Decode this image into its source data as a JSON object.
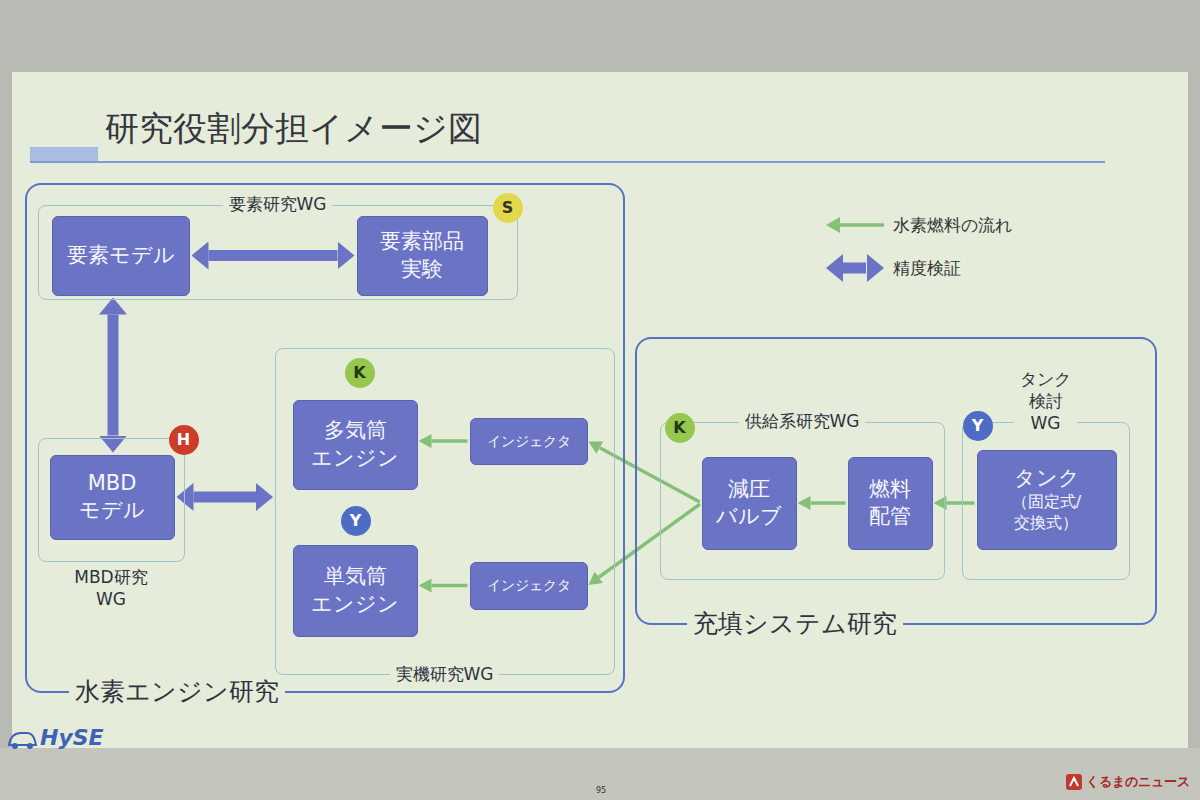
{
  "diagram": {
    "title": "研究役割分担イメージ図",
    "nodes": [
      {
        "text": [
          "水素エンジン研究"
        ]
      },
      {
        "text": [
          "要素研究WG"
        ],
        "in": 0
      },
      {
        "text": [
          "S"
        ],
        "in": 1
      },
      {
        "text": [
          "要素モデル"
        ],
        "in": 1
      },
      {
        "text": [
          "要素部品 実験"
        ],
        "in": 1
      },
      {
        "text": [
          "MBD研究 WG"
        ],
        "in": 0
      },
      {
        "text": [
          "H"
        ],
        "in": 5
      },
      {
        "text": [
          "MBD モデル"
        ],
        "in": 5
      },
      {
        "text": [
          "実機研究WG"
        ],
        "in": 0
      },
      {
        "text": [
          "K"
        ],
        "in": 8
      },
      {
        "text": [
          "多気筒 エンジン"
        ],
        "in": 8
      },
      {
        "text": [
          "インジェクタ"
        ],
        "in": 8
      },
      {
        "text": [
          "Y"
        ],
        "in": 8
      },
      {
        "text": [
          "単気筒 エンジン"
        ],
        "in": 8
      },
      {
        "text": [
          "インジェクタ"
        ],
        "in": 8
      },
      {
        "text": [
          "充填システム研究"
        ]
      },
      {
        "text": [
          "供給系研究WG"
        ],
        "in": 15
      },
      {
        "text": [
          "K"
        ],
        "in": 16
      },
      {
        "text": [
          "減圧 バルブ"
        ],
        "in": 16
      },
      {
        "text": [
          "燃料 配管"
        ],
        "in": 16
      },
      {
        "text": [
          "タンク 検討 WG"
        ],
        "in": 15
      },
      {
        "text": [
          "Y"
        ],
        "in": 20
      },
      {
        "text": [
          "タンク",
          "（固定式/ 交換式）"
        ],
        "in": 20
      }
    ],
    "edges": [
      {
        "from": 3,
        "to": 4,
        "arrow": "both"
      },
      {
        "from": 3,
        "to": 7,
        "arrow": "both"
      },
      {
        "from": 7,
        "to": 8,
        "arrow": "both"
      },
      {
        "from": 22,
        "to": 19,
        "arrow": "to"
      },
      {
        "from": 19,
        "to": 18,
        "arrow": "to"
      },
      {
        "from": 18,
        "to": 11,
        "arrow": "to"
      },
      {
        "from": 18,
        "to": 14,
        "arrow": "to"
      },
      {
        "from": 11,
        "to": 10,
        "arrow": "to"
      },
      {
        "from": 14,
        "to": 13,
        "arrow": "to"
      }
    ],
    "labels": [
      "HySE",
      "95",
      "くるまのニュース"
    ],
    "legend": [
      {
        "text": "水素燃料の流れ"
      },
      {
        "text": "精度検証"
      }
    ]
  }
}
